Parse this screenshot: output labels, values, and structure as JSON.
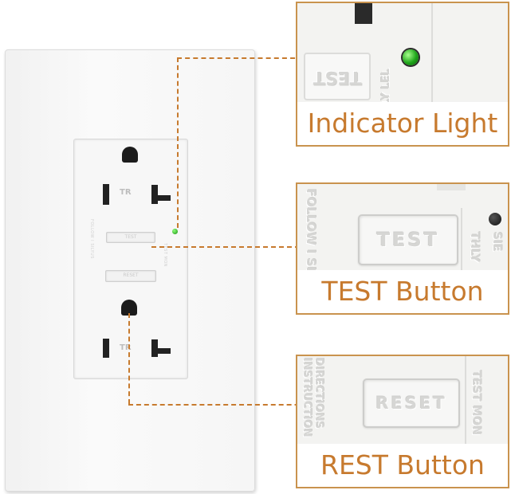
{
  "callouts": [
    {
      "id": "indicator",
      "label": "Indicator Light"
    },
    {
      "id": "test",
      "label": "TEST Button"
    },
    {
      "id": "reset",
      "label": "REST Button"
    }
  ],
  "device": {
    "test_button_text": "TEST",
    "reset_button_text": "RESET",
    "tr_mark": "TR"
  },
  "panel_embossed": {
    "indicator": {
      "test_mirror": "TEST",
      "side_text": "THLY LEL"
    },
    "test": {
      "left_side": "FOLLOW I SILYUS",
      "right_side": "THLY",
      "far_right": "SIE"
    },
    "reset": {
      "left_side": "DIRECTIONS INSTRUCTION",
      "right_side": "TEST MON"
    }
  },
  "colors": {
    "accent": "#c77a2e",
    "panel_border": "#c9934e",
    "led_green": "#1ea51a"
  }
}
